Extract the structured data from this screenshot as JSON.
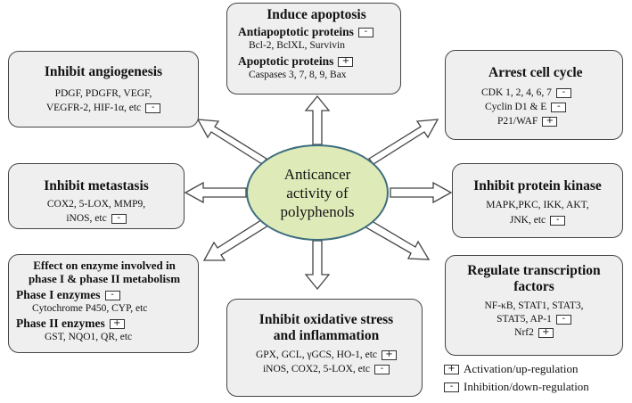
{
  "center": {
    "label": "Anticancer activity of polyphenols"
  },
  "apoptosis": {
    "title": "Induce apoptosis",
    "anti_label": "Antiapoptotic proteins",
    "anti_sign": "-",
    "anti_text": "Bcl-2, BclXL, Survivin",
    "pro_label": "Apoptotic proteins",
    "pro_sign": "+",
    "pro_text": "Caspases 3, 7, 8, 9, Bax"
  },
  "angiogenesis": {
    "title": "Inhibit angiogenesis",
    "line1": "PDGF, PDGFR, VEGF,",
    "line2": "VEGFR-2, HIF-1α, etc",
    "sign": "-"
  },
  "cell_cycle": {
    "title": "Arrest cell cycle",
    "line1": "CDK 1, 2, 4, 6, 7",
    "sign1": "-",
    "line2": "Cyclin D1 & E",
    "sign2": "-",
    "line3": "P21/WAF",
    "sign3": "+"
  },
  "metastasis": {
    "title": "Inhibit metastasis",
    "line1": "COX2, 5-LOX, MMP9,",
    "line2": "iNOS, etc",
    "sign": "-"
  },
  "kinase": {
    "title": "Inhibit protein kinase",
    "line1": "MAPK,PKC, IKK, AKT,",
    "line2": "JNK, etc",
    "sign": "-"
  },
  "enzymes": {
    "title1": "Effect on enzyme involved in",
    "title2": "phase I & phase II metabolism",
    "phase1_label": "Phase I enzymes",
    "phase1_sign": "-",
    "phase1_text": "Cytochrome P450, CYP, etc",
    "phase2_label": "Phase II enzymes",
    "phase2_sign": "+",
    "phase2_text": "GST, NQO1, QR, etc"
  },
  "oxidative": {
    "title1": "Inhibit oxidative stress",
    "title2": "and inflammation",
    "line1": "GPX, GCL, γGCS, HO-1, etc",
    "sign1": "+",
    "line2": "iNOS, COX2, 5-LOX, etc",
    "sign2": "-"
  },
  "transcription": {
    "title1": "Regulate transcription",
    "title2": "factors",
    "line1": "NF-κB, STAT1, STAT3,",
    "line2": "STAT5, AP-1",
    "sign2": "-",
    "line3": "Nrf2",
    "sign3": "+"
  },
  "legend": {
    "plus_sign": "+",
    "plus_label": "Activation/up-regulation",
    "minus_sign": "-",
    "minus_label": "Inhibition/down-regulation"
  }
}
